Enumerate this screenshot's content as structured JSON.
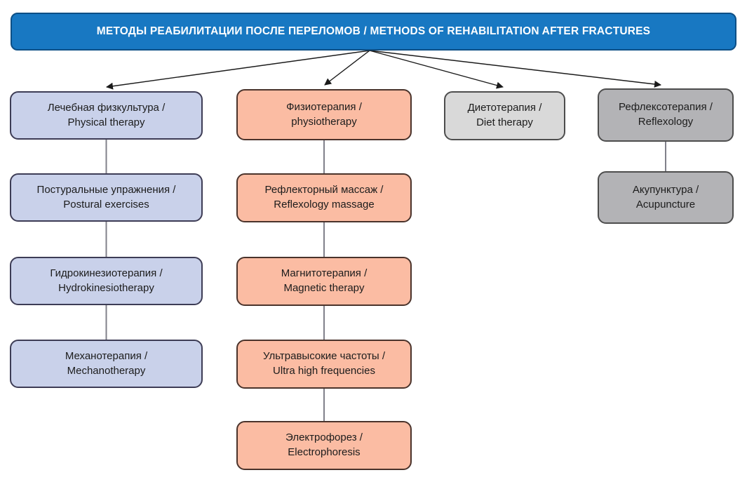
{
  "diagram": {
    "title": "МЕТОДЫ РЕАБИЛИТАЦИИ ПОСЛЕ ПЕРЕЛОМОВ / METHODS OF REHABILITATION AFTER FRACTURES",
    "colors": {
      "banner_fill": "#1878c2",
      "banner_border": "#0d4f86",
      "banner_text": "#ffffff",
      "column1_fill": "#c9d1ea",
      "column2_fill": "#fbbca3",
      "column3_fill": "#d9d9d9",
      "column4_fill": "#b3b3b6",
      "node_text": "#1c1c1c",
      "connector": "#80808a",
      "arrow": "#1a1a1a"
    },
    "columns": [
      {
        "name": "physical-therapy",
        "boxes": [
          {
            "ru": "Лечебная физкультура /",
            "en": "Physical therapy"
          },
          {
            "ru": "Постуральные упражнения /",
            "en": "Postural exercises"
          },
          {
            "ru": "Гидрокинезиотерапия /",
            "en": "Hydrokinesiotherapy"
          },
          {
            "ru": "Механотерапия /",
            "en": "Mechanotherapy"
          }
        ]
      },
      {
        "name": "physiotherapy",
        "boxes": [
          {
            "ru": "Физиотерапия /",
            "en": "physiotherapy"
          },
          {
            "ru": "Рефлекторный массаж /",
            "en": "Reflexology massage"
          },
          {
            "ru": "Магнитотерапия /",
            "en": "Magnetic therapy"
          },
          {
            "ru": "Ультравысокие частоты /",
            "en": "Ultra high frequencies"
          },
          {
            "ru": "Электрофорез /",
            "en": "Electrophoresis"
          }
        ]
      },
      {
        "name": "diet-therapy",
        "boxes": [
          {
            "ru": "Диетотерапия /",
            "en": "Diet therapy"
          }
        ]
      },
      {
        "name": "reflexology",
        "boxes": [
          {
            "ru": "Рефлексотерапия /",
            "en": "Reflexology"
          },
          {
            "ru": "Акупунктура /",
            "en": "Acupuncture"
          }
        ]
      }
    ]
  }
}
